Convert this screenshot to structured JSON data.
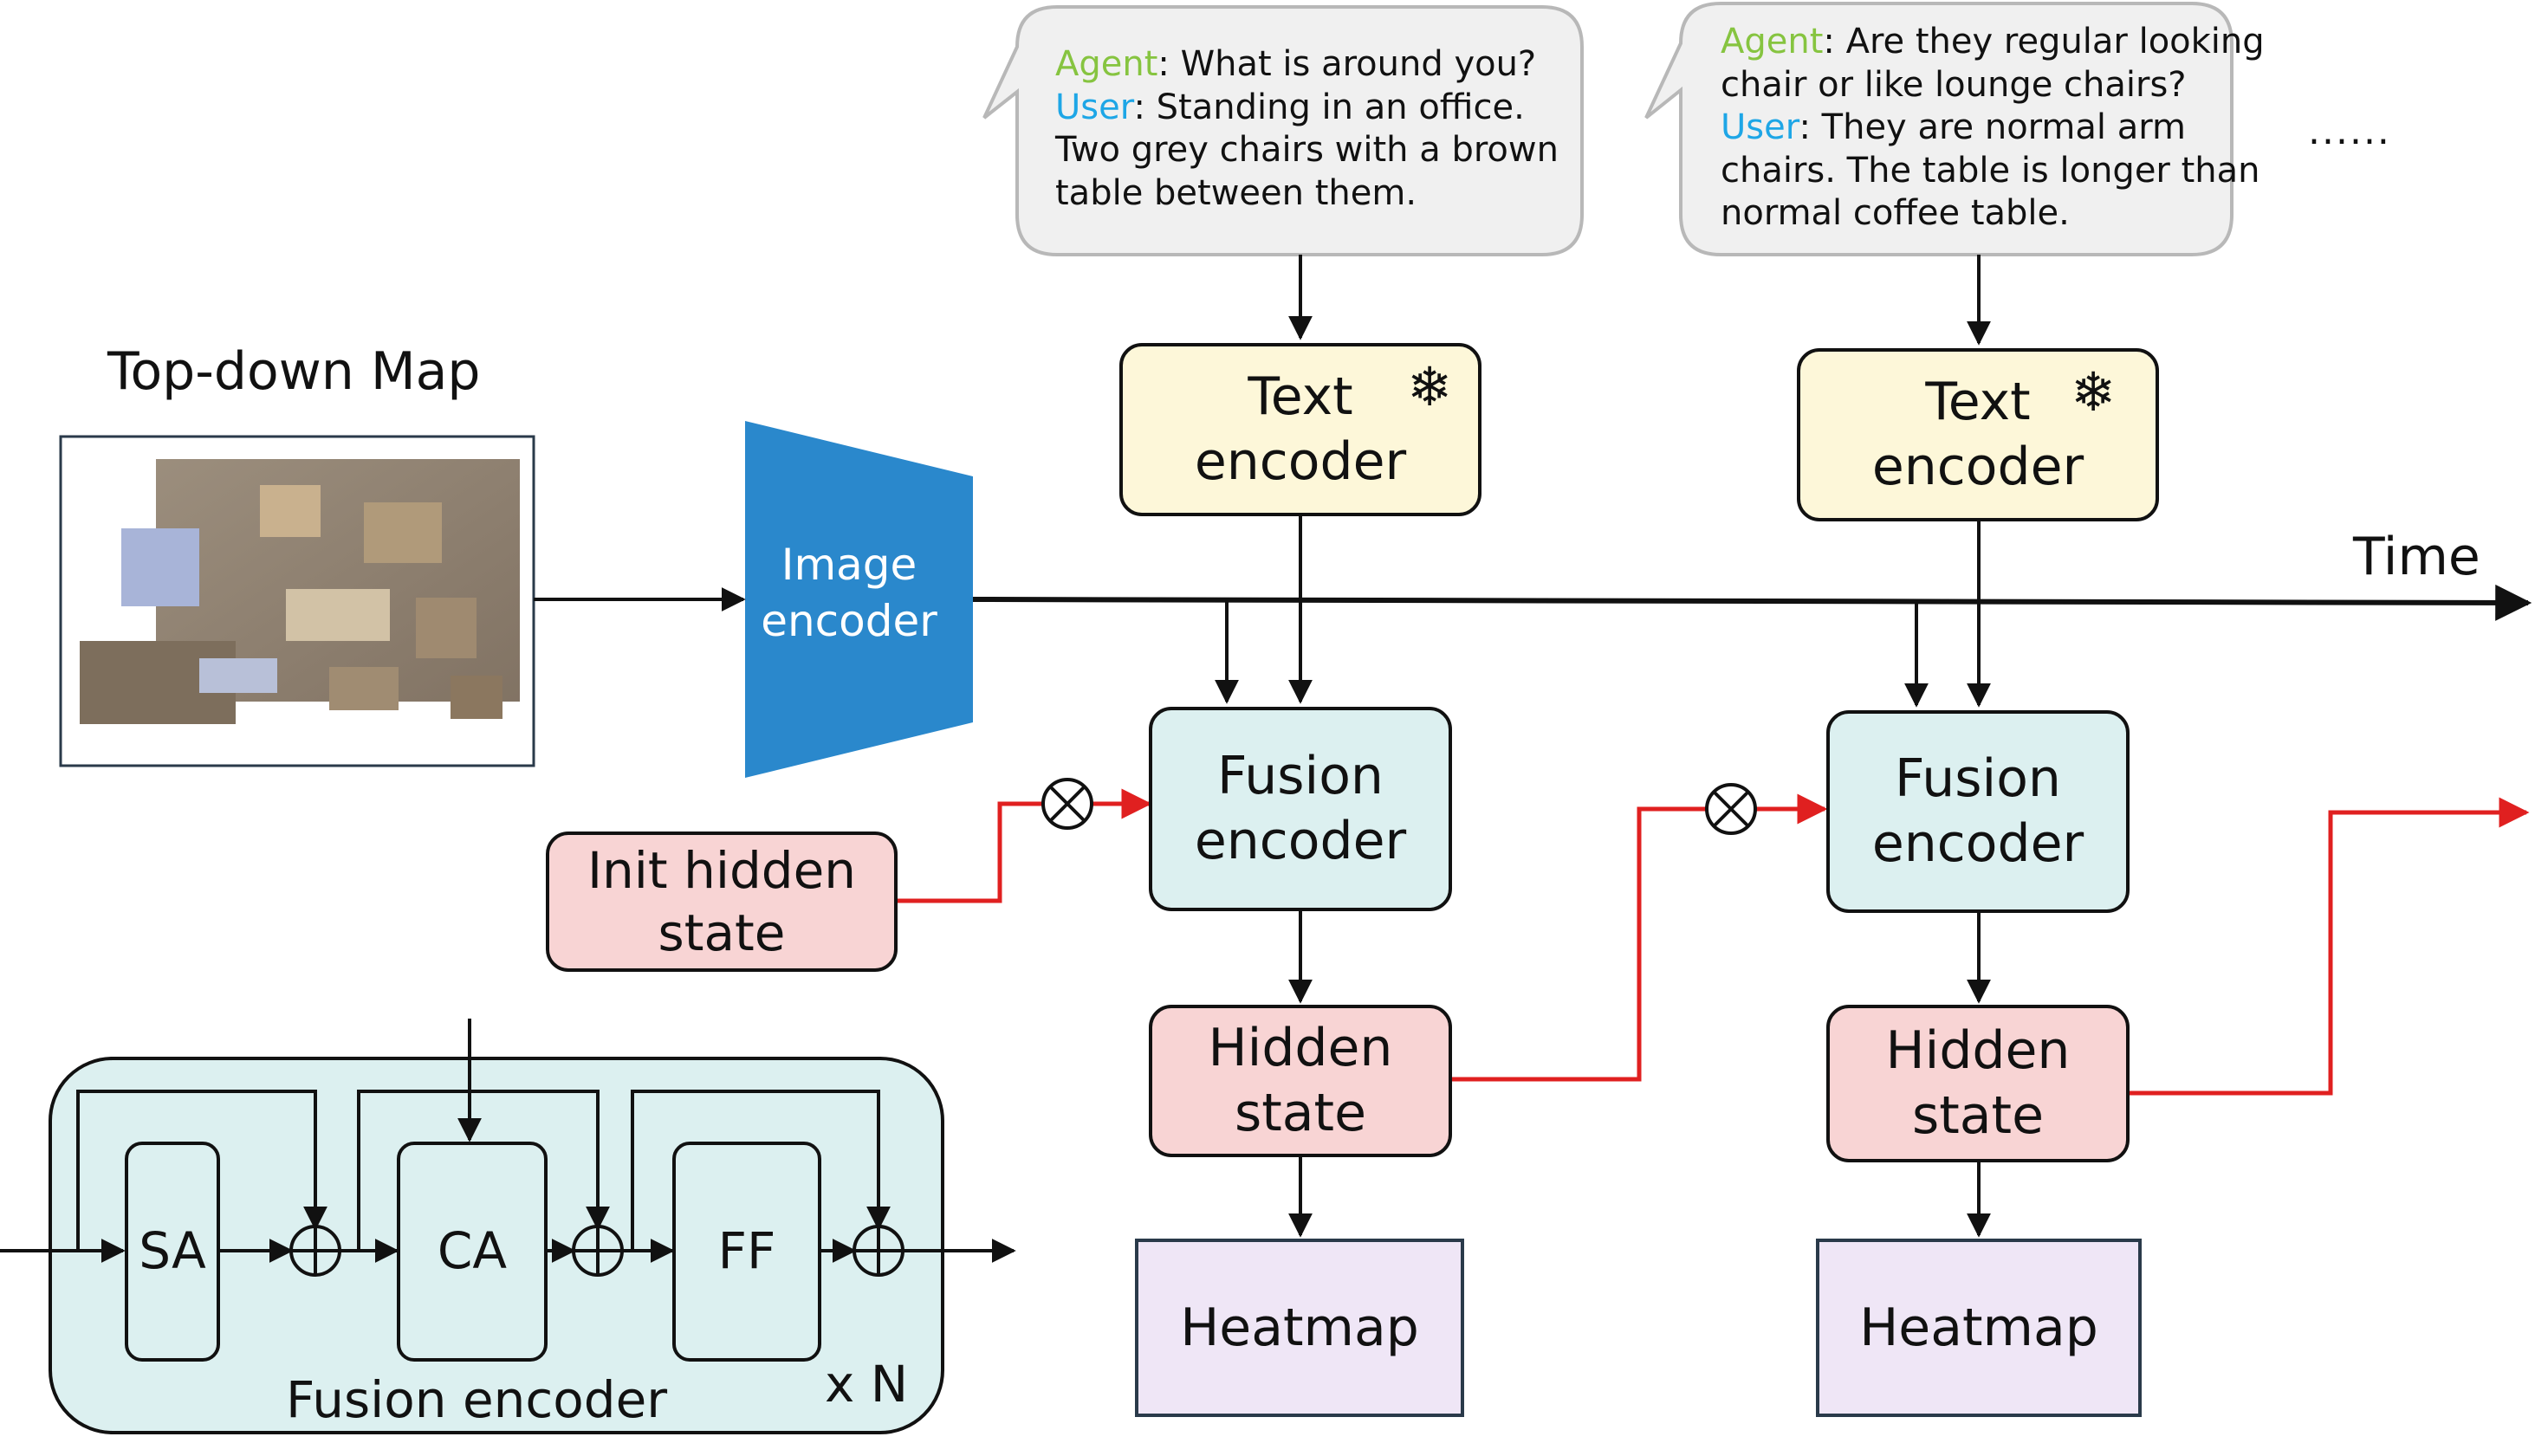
{
  "title": "Top-down Map",
  "image_encoder": {
    "line1": "Image",
    "line2": "encoder"
  },
  "time_label": "Time",
  "ellipsis": "......",
  "init_hidden_state": {
    "line1": "Init hidden",
    "line2": "state"
  },
  "steps": [
    {
      "dialog": {
        "agent_tag": "Agent",
        "agent_text": ": What is around you?",
        "user_tag": "User",
        "user_text_line1": ": Standing in an office.",
        "user_text_line2": "Two grey chairs with a brown",
        "user_text_line3": "table between them."
      },
      "text_encoder": {
        "line1": "Text",
        "line2": "encoder"
      },
      "fusion_encoder": {
        "line1": "Fusion",
        "line2": "encoder"
      },
      "hidden_state": {
        "line1": "Hidden",
        "line2": "state"
      },
      "heatmap": "Heatmap"
    },
    {
      "dialog": {
        "agent_tag": "Agent",
        "agent_text_line1": ": Are they regular looking",
        "agent_text_line2": "chair or like lounge chairs?",
        "user_tag": "User",
        "user_text_line1": ": They are normal arm",
        "user_text_line2": "chairs. The table is longer than",
        "user_text_line3": "normal coffee table."
      },
      "text_encoder": {
        "line1": "Text",
        "line2": "encoder"
      },
      "fusion_encoder": {
        "line1": "Fusion",
        "line2": "encoder"
      },
      "hidden_state": {
        "line1": "Hidden",
        "line2": "state"
      },
      "heatmap": "Heatmap"
    }
  ],
  "fusion_detail": {
    "blocks": [
      "SA",
      "CA",
      "FF"
    ],
    "caption": "Fusion encoder",
    "repeat": "x N"
  },
  "icons": {
    "frozen": "snowflake-icon",
    "multiply": "circled-times-icon",
    "add": "circled-plus-icon"
  },
  "colors": {
    "agent": "#86c440",
    "user": "#1ea6e6",
    "image_encoder": "#2a88cc",
    "recurrent_arrow": "#e02020",
    "text_encoder_fill": "#fdf7d9",
    "fusion_fill": "#dcf0f0",
    "hidden_fill": "#f8d4d4",
    "heatmap_fill": "#efe6f6"
  }
}
